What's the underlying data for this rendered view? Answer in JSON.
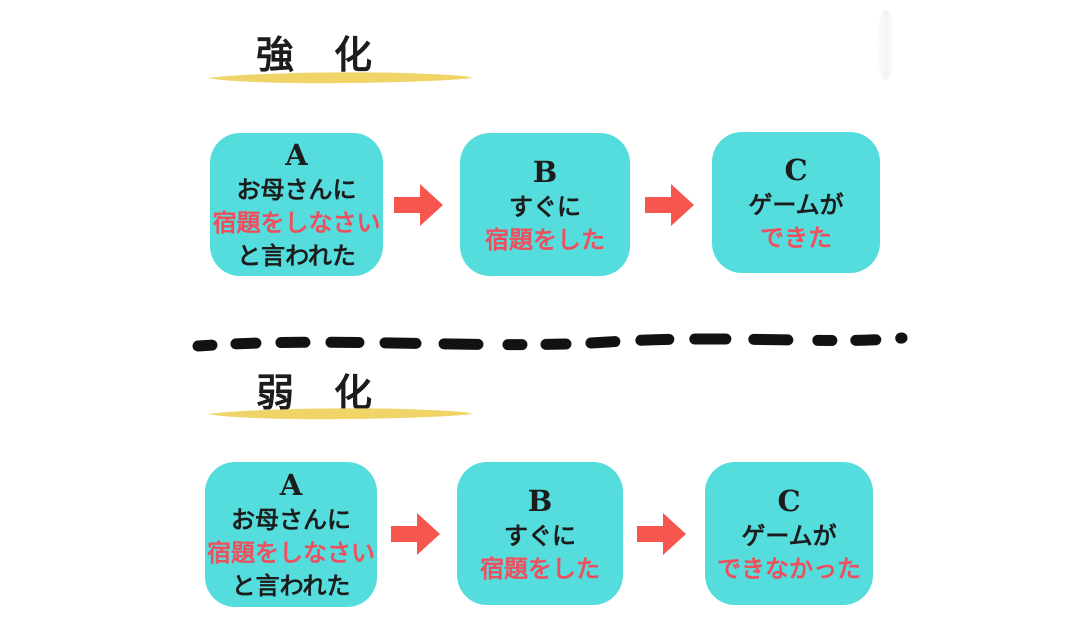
{
  "colors": {
    "box": "#55dcdc",
    "arrow": "#f7564f",
    "red_text": "#ef4f5c",
    "underline": "#f0d467",
    "text": "#1c1c1c",
    "divider": "#121212"
  },
  "icons": {
    "arrow_icon": "right-block-arrow",
    "underline_icon": "yellow-brush-stroke",
    "divider_icon": "hand-drawn-dashed-line"
  },
  "sections": [
    {
      "title": "強　化",
      "boxes": [
        {
          "letter": "A",
          "lines": [
            {
              "text": "お母さんに",
              "red": false
            },
            {
              "text": "宿題をしなさい",
              "red": true
            },
            {
              "text": "と言われた",
              "red": false
            }
          ]
        },
        {
          "letter": "B",
          "lines": [
            {
              "text": "すぐに",
              "red": false
            },
            {
              "text": "宿題をした",
              "red": true
            }
          ]
        },
        {
          "letter": "C",
          "lines": [
            {
              "text": "ゲームが",
              "red": false
            },
            {
              "text": "できた",
              "red": true
            }
          ]
        }
      ]
    },
    {
      "title": "弱　化",
      "boxes": [
        {
          "letter": "A",
          "lines": [
            {
              "text": "お母さんに",
              "red": false
            },
            {
              "text": "宿題をしなさい",
              "red": true
            },
            {
              "text": "と言われた",
              "red": false
            }
          ]
        },
        {
          "letter": "B",
          "lines": [
            {
              "text": "すぐに",
              "red": false
            },
            {
              "text": "宿題をした",
              "red": true
            }
          ]
        },
        {
          "letter": "C",
          "lines": [
            {
              "text": "ゲームが",
              "red": false
            },
            {
              "text": "できなかった",
              "red": true
            }
          ]
        }
      ]
    }
  ]
}
